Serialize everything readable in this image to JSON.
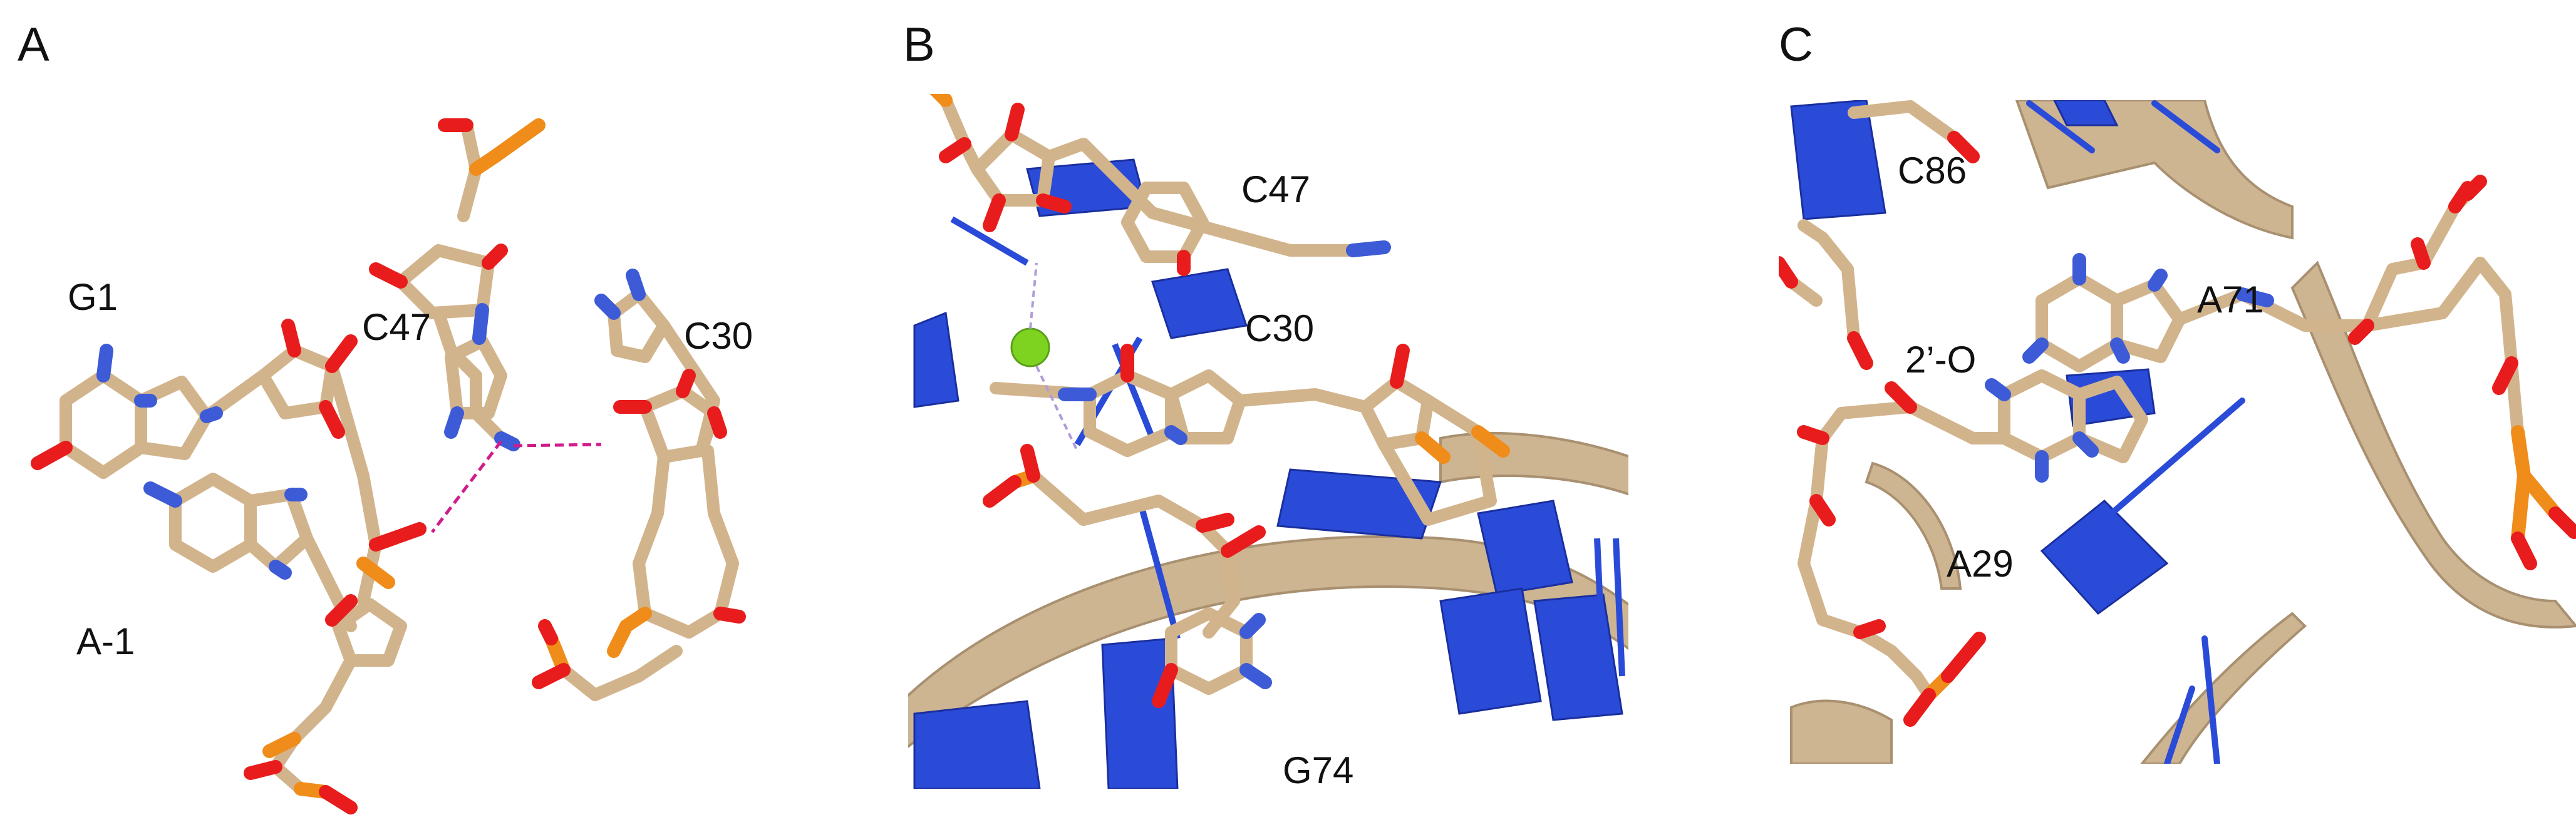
{
  "colors": {
    "carbon": "#d2b48c",
    "nitrogen": "#3d5bd6",
    "oxygen": "#e81c1c",
    "phosphorus": "#f08c1a",
    "magnesium": "#7ed321",
    "hbond": "#d01c8b",
    "ribbon": "#cdb592",
    "ladder": "#2a4bd8"
  },
  "panels": [
    {
      "letter": "A",
      "labels": [
        "G1",
        "C47",
        "C30",
        "A-1"
      ]
    },
    {
      "letter": "B",
      "labels": [
        "C47",
        "C30",
        "G74"
      ]
    },
    {
      "letter": "C",
      "labels": [
        "C86",
        "A71",
        "2’-O",
        "A29"
      ]
    }
  ]
}
